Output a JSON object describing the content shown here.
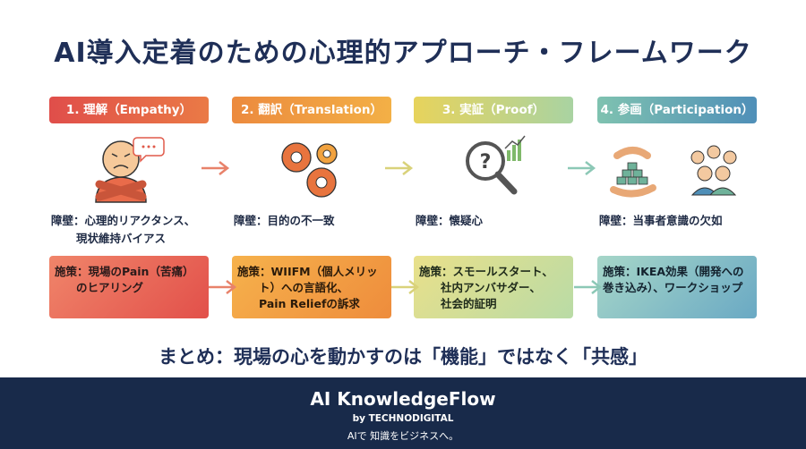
{
  "title": "AI導入定着のための心理的アプローチ・フレームワーク",
  "steps": [
    {
      "label": "1. 理解（Empathy）",
      "color": "#e3554a",
      "barrier_line1": "障壁：心理的リアクタンス、",
      "barrier_line2": "現状維持バイアス",
      "measure_line1": "施策：現場のPain（苦痛）",
      "measure_line2": "のヒアリング",
      "measure_line3": ""
    },
    {
      "label": "2. 翻訳（Translation）",
      "color": "#ee8e3a",
      "barrier_line1": "障壁：目的の不一致",
      "barrier_line2": "",
      "measure_line1": "施策：WIIFM（個人メリッ",
      "measure_line2": "ト）への言語化、",
      "measure_line3": "Pain Reliefの訴求"
    },
    {
      "label": "3. 実証（Proof）",
      "color": "#c9d85a",
      "barrier_line1": "障壁：懐疑心",
      "barrier_line2": "",
      "measure_line1": "施策：スモールスタート、",
      "measure_line2": "社内アンバサダー、",
      "measure_line3": "社会的証明"
    },
    {
      "label": "4. 参画（Participation）",
      "color": "#5aa4b3",
      "barrier_line1": "障壁：当事者意識の欠如",
      "barrier_line2": "",
      "measure_line1": "施策：IKEA効果（開発への",
      "measure_line2": "巻き込み）、ワークショップ",
      "measure_line3": ""
    }
  ],
  "summary": "まとめ：現場の心を動かすのは「機能」ではなく「共感」",
  "footer": {
    "brand": "AI KnowledgeFlow",
    "by": "by TECHNODIGITAL",
    "tagline": "AIで 知識をビジネスへ。"
  }
}
